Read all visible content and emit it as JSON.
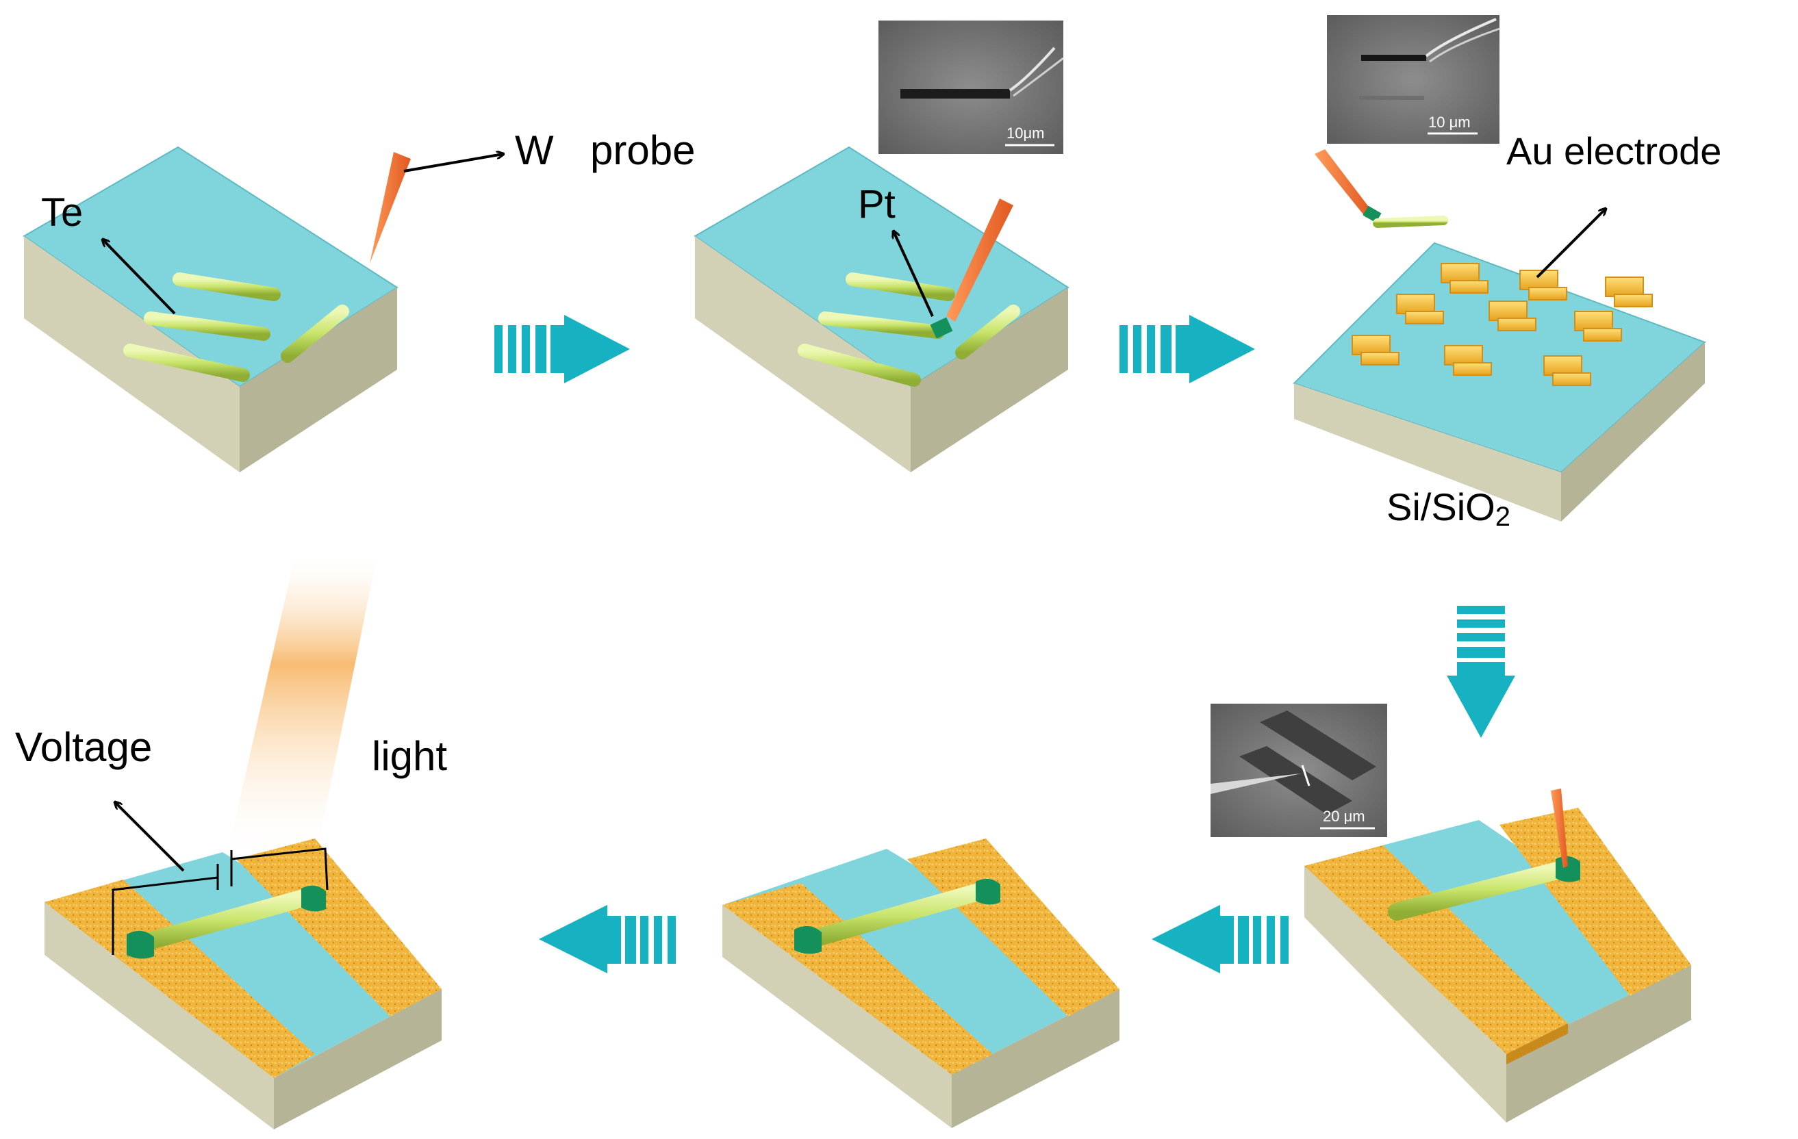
{
  "labels": {
    "te": "Te",
    "w_probe_w": "W",
    "w_probe_probe": "probe",
    "pt": "Pt",
    "au_electrode": "Au electrode",
    "si_sio2_main": "Si/SiO",
    "si_sio2_sub": "2",
    "voltage": "Voltage",
    "light": "light"
  },
  "sem_insets": [
    {
      "scale_bar": "10μm"
    },
    {
      "scale_bar": "10 μm"
    },
    {
      "scale_bar": "20 μm"
    }
  ],
  "colors": {
    "substrate_top": "#7fd6de",
    "substrate_side": "#cfcdb2",
    "nanowire": "#c8e46a",
    "probe": "#f07a3a",
    "pt_deposit": "#14905a",
    "gold_electrode": "#f0b43a",
    "process_arrow": "#16b2c2"
  },
  "icons": {
    "process_arrow": "striped-block-arrow-icon",
    "annotation_arrow": "line-arrow-icon"
  }
}
